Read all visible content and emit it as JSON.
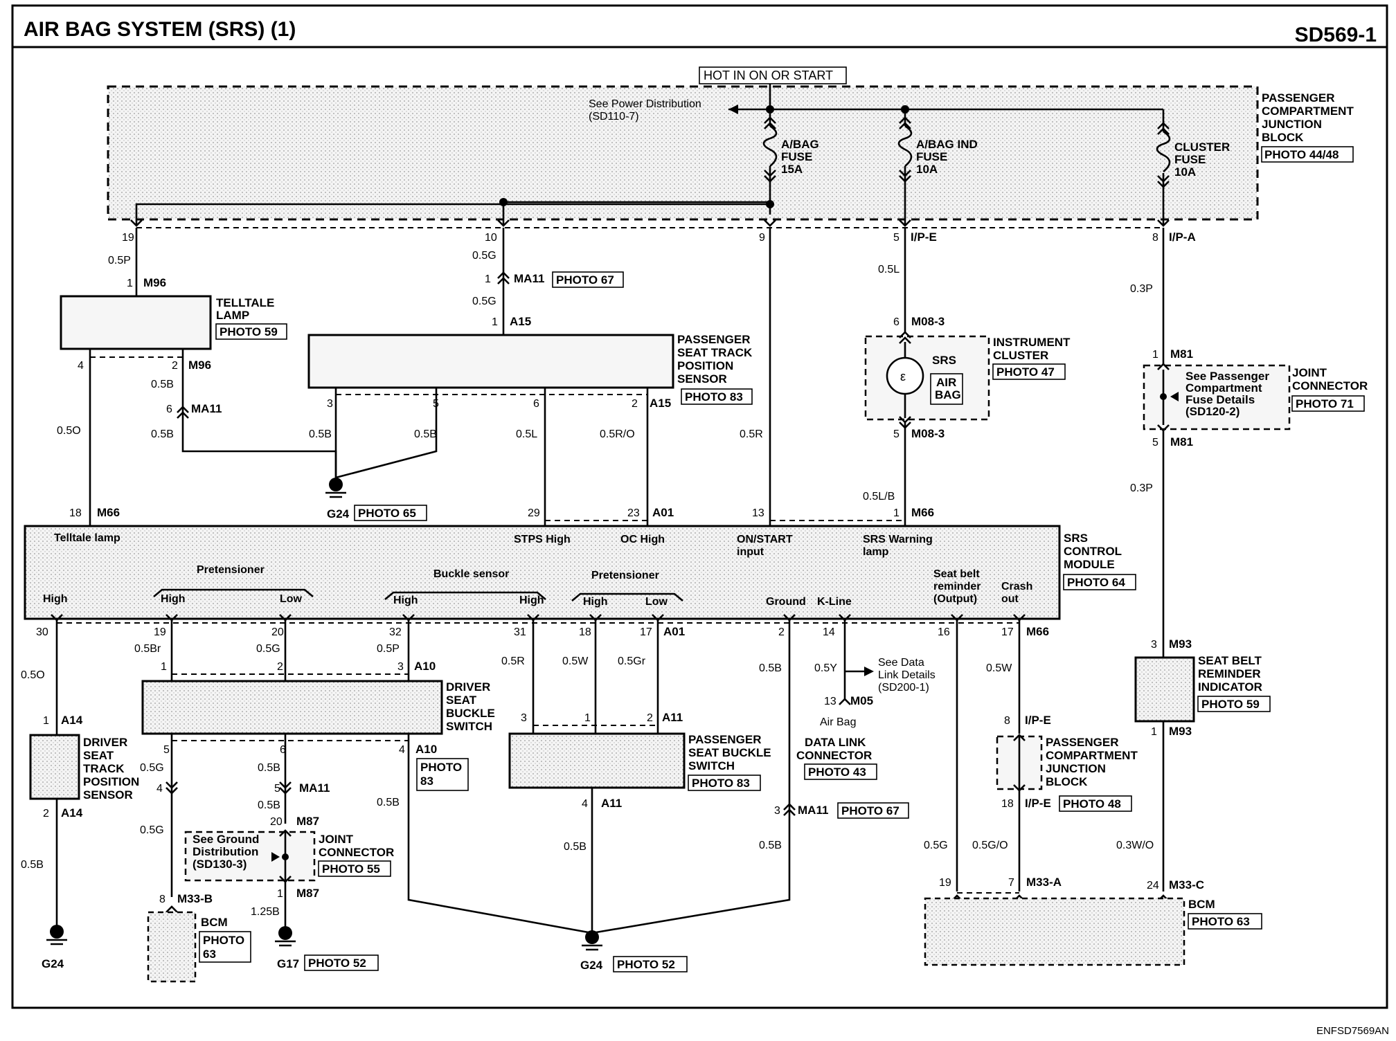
{
  "header": {
    "title": "AIR BAG SYSTEM (SRS) (1)",
    "code": "SD569-1"
  },
  "footer": {
    "code": "ENFSD7569AN"
  },
  "power": {
    "hot_label": "HOT IN ON OR START",
    "see_pd_1": "See Power Distribution",
    "see_pd_2": "(SD110-7)"
  },
  "junction_top": {
    "l1": "PASSENGER",
    "l2": "COMPARTMENT",
    "l3": "JUNCTION",
    "l4": "BLOCK",
    "photo": "PHOTO 44/48"
  },
  "fuses": [
    {
      "l1": "A/BAG",
      "l2": "FUSE",
      "l3": "15A"
    },
    {
      "l1": "A/BAG IND",
      "l2": "FUSE",
      "l3": "10A"
    },
    {
      "l1": "CLUSTER",
      "l2": "FUSE",
      "l3": "10A"
    }
  ],
  "telltale": {
    "l1": "TELLTALE",
    "l2": "LAMP",
    "photo": "PHOTO 59"
  },
  "pstps": {
    "l1": "PASSENGER",
    "l2": "SEAT TRACK",
    "l3": "POSITION",
    "l4": "SENSOR",
    "photo": "PHOTO 83"
  },
  "cluster": {
    "l1": "INSTRUMENT",
    "l2": "CLUSTER",
    "photo": "PHOTO 47",
    "srs": "SRS",
    "airbag1": "AIR",
    "airbag2": "BAG"
  },
  "joint71": {
    "see1": "See Passenger",
    "see2": "Compartment",
    "see3": "Fuse Details",
    "see4": "(SD120-2)",
    "l1": "JOINT",
    "l2": "CONNECTOR",
    "photo": "PHOTO 71"
  },
  "g24a": {
    "name": "G24",
    "photo": "PHOTO 65"
  },
  "srs": {
    "l1": "SRS",
    "l2": "CONTROL",
    "l3": "MODULE",
    "photo": "PHOTO 64",
    "telltale": "Telltale lamp",
    "stps": "STPS High",
    "oc": "OC High",
    "onstart1": "ON/START",
    "onstart2": "input",
    "warn1": "SRS Warning",
    "warn2": "lamp",
    "pret1": "Pretensioner",
    "buckle": "Buckle sensor",
    "pret2": "Pretensioner",
    "high": "High",
    "low": "Low",
    "ground": "Ground",
    "kline": "K-Line",
    "seatbelt1": "Seat belt",
    "seatbelt2": "reminder",
    "seatbelt3": "(Output)",
    "crash1": "Crash",
    "crash2": "out"
  },
  "dsbs": {
    "l1": "DRIVER",
    "l2": "SEAT",
    "l3": "BUCKLE",
    "l4": "SWITCH",
    "photo1": "PHOTO",
    "photo2": "83"
  },
  "dstps": {
    "l1": "DRIVER",
    "l2": "SEAT",
    "l3": "TRACK",
    "l4": "POSITION",
    "l5": "SENSOR"
  },
  "psbs": {
    "l1": "PASSENGER",
    "l2": "SEAT BUCKLE",
    "l3": "SWITCH",
    "photo": "PHOTO 83"
  },
  "dlc": {
    "see1": "See Data",
    "see2": "Link Details",
    "see3": "(SD200-1)",
    "airbag": "Air Bag",
    "l1": "DATA LINK",
    "l2": "CONNECTOR",
    "photo": "PHOTO 43"
  },
  "sbri": {
    "l1": "SEAT BELT",
    "l2": "REMINDER",
    "l3": "INDICATOR",
    "photo": "PHOTO 59"
  },
  "pcjb2": {
    "l1": "PASSENGER",
    "l2": "COMPARTMENT",
    "l3": "JUNCTION",
    "l4": "BLOCK",
    "photo": "PHOTO 48"
  },
  "joint55": {
    "see1": "See Ground",
    "see2": "Distribution",
    "see3": "(SD130-3)",
    "l1": "JOINT",
    "l2": "CONNECTOR",
    "photo": "PHOTO 55"
  },
  "bcm_l": {
    "name": "BCM",
    "photo1": "PHOTO",
    "photo2": "63"
  },
  "bcm_r": {
    "name": "BCM",
    "photo": "PHOTO 63"
  },
  "grounds": {
    "g24b": "G24",
    "g17": "G17",
    "g17_photo": "PHOTO 52",
    "g24c": "G24",
    "g24c_photo": "PHOTO 52"
  },
  "photo67": "PHOTO 67",
  "connectors": {
    "p19": "19",
    "p10": "10",
    "p9": "9",
    "p5a": "5",
    "ipe": "I/P-E",
    "p8": "8",
    "ipa": "I/P-A",
    "w05p": "0.5P",
    "w05g": "0.5G",
    "w05l": "0.5L",
    "w03p": "0.3P",
    "p1": "1",
    "m96": "M96",
    "ma11": "MA11",
    "a15": "A15",
    "p6": "6",
    "m083": "M08-3",
    "m81": "M81",
    "p4": "4",
    "p2": "2",
    "w05b": "0.5B",
    "p3": "3",
    "w05r_o": "0.5R/O",
    "w05r": "0.5R",
    "w05o": "0.5O",
    "p18": "18",
    "m66": "M66",
    "p29": "29",
    "p23": "23",
    "a01": "A01",
    "p13": "13",
    "w05lb": "0.5L/B",
    "p30": "30",
    "p20": "20",
    "p32": "32",
    "p31": "31",
    "p17": "17",
    "p14": "14",
    "p16": "16",
    "w05br": "0.5Br",
    "a10": "A10",
    "w05rr": "0.5R",
    "w05w": "0.5W",
    "w05gr": "0.5Gr",
    "w05y": "0.5Y",
    "m05": "M05",
    "a14": "A14",
    "a11": "A11",
    "m87": "M87",
    "w125b": "1.25B",
    "m93": "M93",
    "w05go": "0.5G/O",
    "w03wo": "0.3W/O",
    "m33a": "M33-A",
    "m33b": "M33-B",
    "m33c": "M33-C",
    "p24": "24",
    "p7": "7"
  }
}
